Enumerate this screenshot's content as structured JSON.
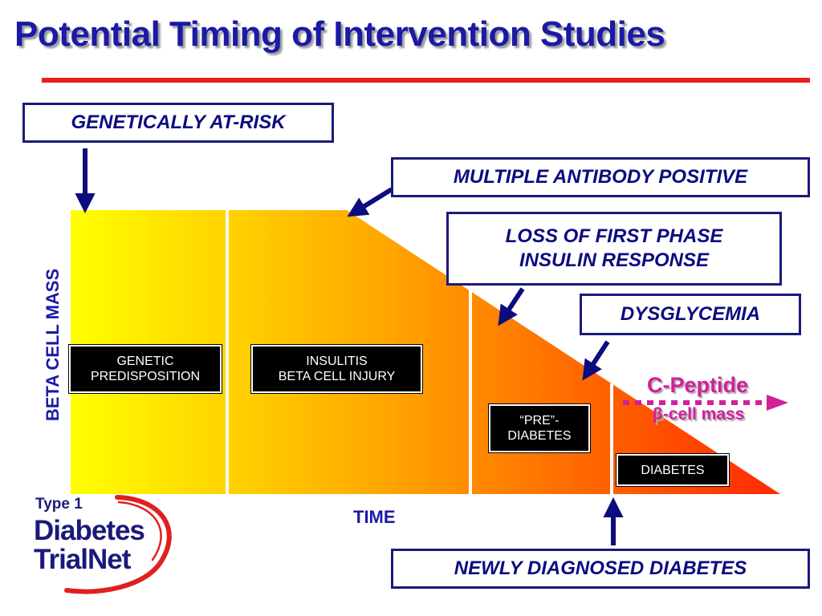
{
  "title": "Potential Timing of Intervention Studies",
  "colors": {
    "title": "#1a1aa6",
    "rule": "#ee1c1c",
    "arrow": "#0c0c80",
    "gradient_start": "#ffff00",
    "gradient_mid": "#ffa500",
    "gradient_end": "#ff2a00",
    "cpeptide": "#d0209a"
  },
  "callouts": {
    "genetically_at_risk": "GENETICALLY AT-RISK",
    "multiple_antibody": "MULTIPLE ANTIBODY POSITIVE",
    "first_phase_line1": "LOSS OF FIRST PHASE",
    "first_phase_line2": "INSULIN RESPONSE",
    "dysglycemia": "DYSGLYCEMIA",
    "newly_diagnosed": "NEWLY DIAGNOSED DIABETES"
  },
  "stages": {
    "genetic_line1": "GENETIC",
    "genetic_line2": "PREDISPOSITION",
    "insulitis_line1": "INSULITIS",
    "insulitis_line2": "BETA CELL INJURY",
    "prediabetes_line1": "“PRE”-",
    "prediabetes_line2": "DIABETES",
    "diabetes": "DIABETES"
  },
  "axes": {
    "y_label": "BETA CELL MASS",
    "x_label": "TIME"
  },
  "cpeptide": {
    "label": "C-Peptide",
    "sub_label": "β-cell mass"
  },
  "logo": {
    "line1": "Type 1",
    "line2": "Diabetes",
    "line3": "TrialNet"
  }
}
